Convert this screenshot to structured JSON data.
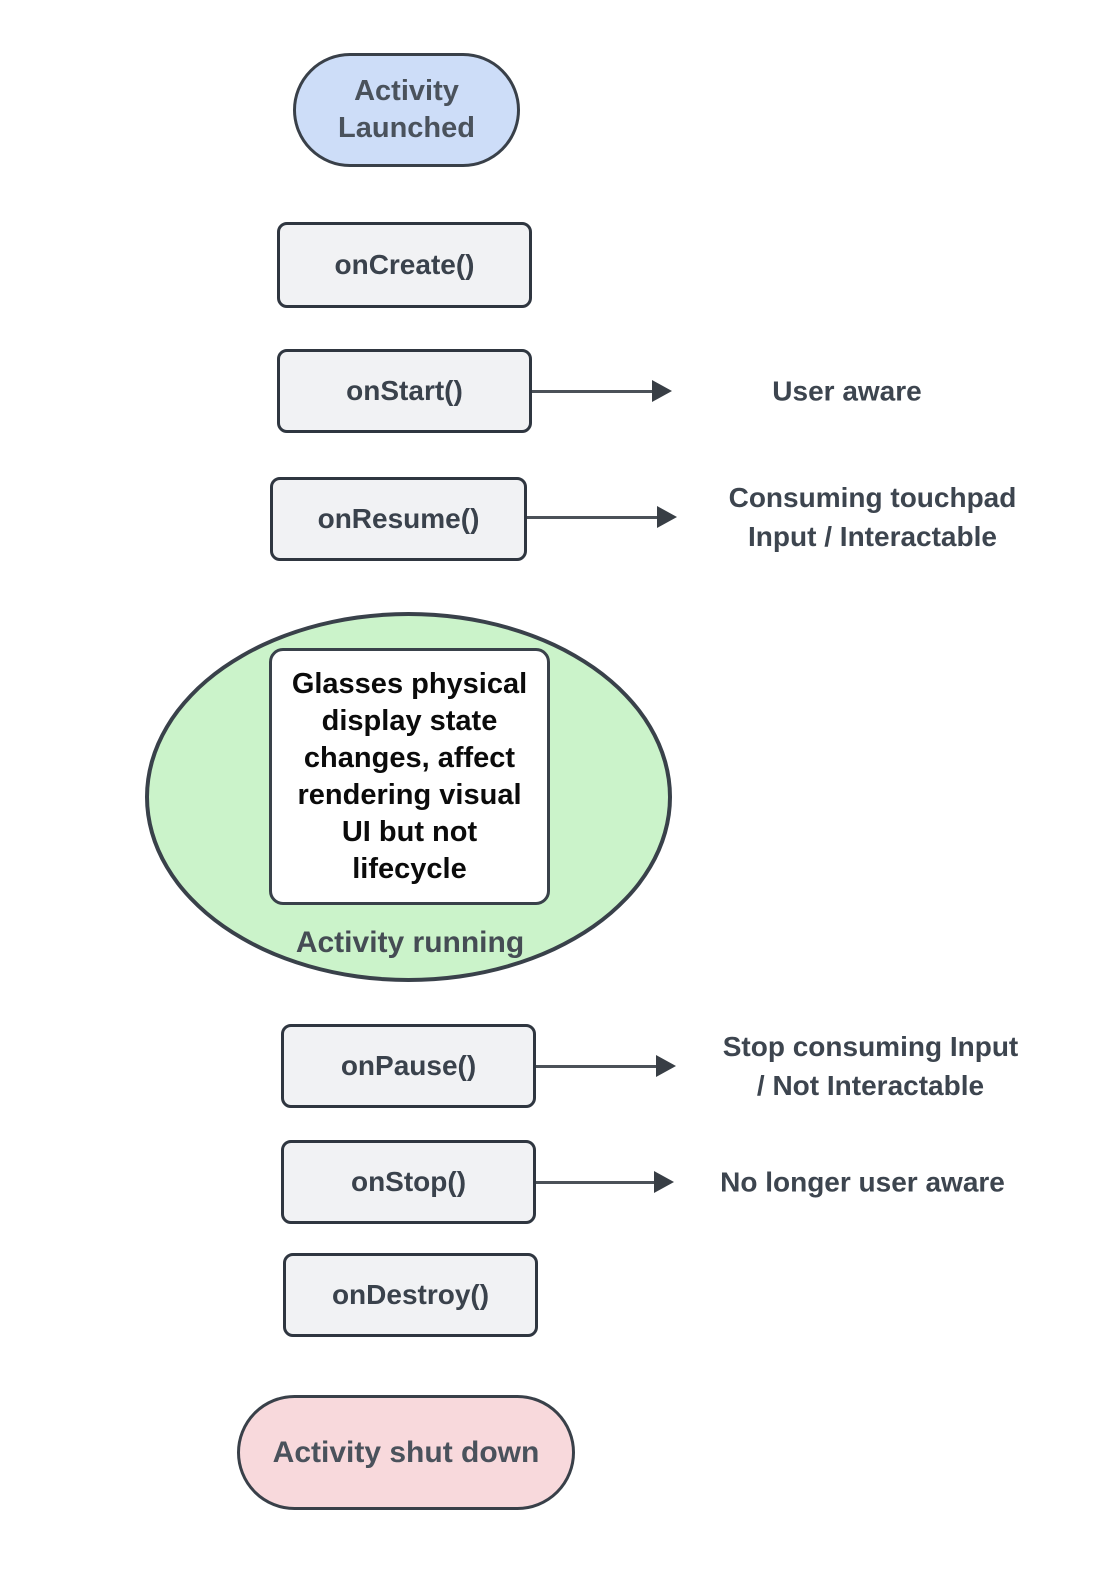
{
  "diagram": {
    "type": "flowchart",
    "nodes": {
      "activity_launched": {
        "label": "Activity\nLaunched",
        "fill": "#cdddf8"
      },
      "boxes": [
        {
          "id": "onCreate",
          "label": "onCreate()"
        },
        {
          "id": "onStart",
          "label": "onStart()"
        },
        {
          "id": "onResume",
          "label": "onResume()"
        },
        {
          "id": "onPause",
          "label": "onPause()"
        },
        {
          "id": "onStop",
          "label": "onStop()"
        },
        {
          "id": "onDestroy",
          "label": "onDestroy()"
        }
      ],
      "activity_running": {
        "label": "Activity running",
        "fill": "#cbf3ca",
        "note": "Glasses physical\ndisplay state\nchanges, affect\nrendering visual\nUI but not\nlifecycle"
      },
      "activity_shut_down": {
        "label": "Activity shut down",
        "fill": "#f8d9dc"
      }
    },
    "annotations": {
      "on_start": "User aware",
      "on_resume": "Consuming touchpad\nInput / Interactable",
      "on_pause": "Stop consuming Input\n/ Not Interactable",
      "on_stop": "No longer user aware"
    },
    "colors": {
      "box_fill": "#f1f2f4",
      "note_fill": "#ffffff",
      "border": "#39414a",
      "text": "#3d454f",
      "note_text": "#0b0b0b",
      "arrow": "#4b5158"
    }
  }
}
